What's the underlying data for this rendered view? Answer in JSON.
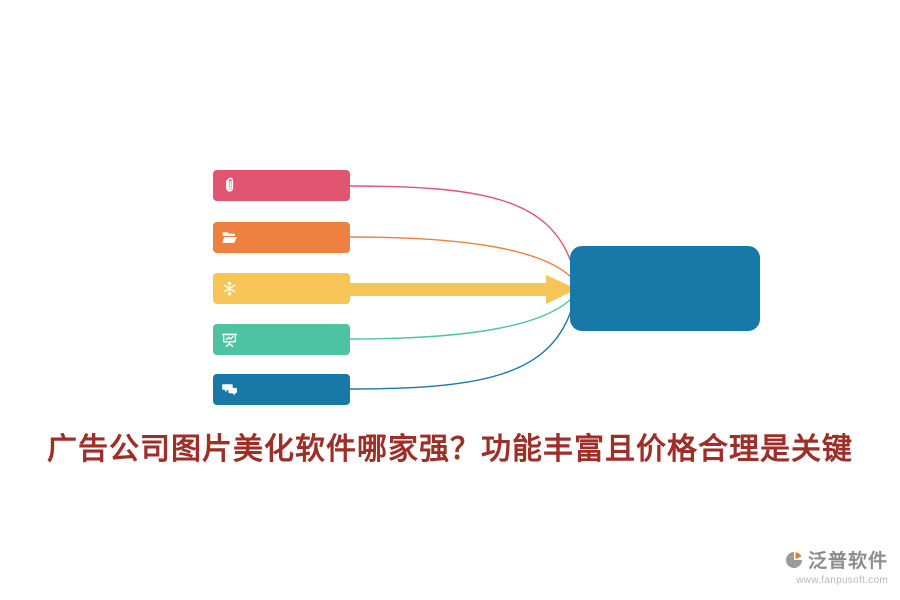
{
  "heading": {
    "text": "广告公司图片美化软件哪家强？功能丰富且价格合理是关键",
    "color": "#9e2f28"
  },
  "diagram": {
    "items": [
      {
        "icon": "paperclip-icon",
        "color": "#e25571"
      },
      {
        "icon": "open-folder-icon",
        "color": "#ee8140"
      },
      {
        "icon": "snowflake-icon",
        "color": "#f7c458"
      },
      {
        "icon": "presentation-board-icon",
        "color": "#4ec3a2"
      },
      {
        "icon": "chat-bubbles-icon",
        "color": "#1879a9"
      }
    ],
    "target_color": "#1879a9",
    "arrow_color": "#f7c458"
  },
  "footer": {
    "brand": "泛普软件",
    "website": "www.fanpusoft.com",
    "brand_color": "#8c8c8c",
    "logo_body_color": "#9a9a9a",
    "logo_accent_color": "#e87722"
  }
}
